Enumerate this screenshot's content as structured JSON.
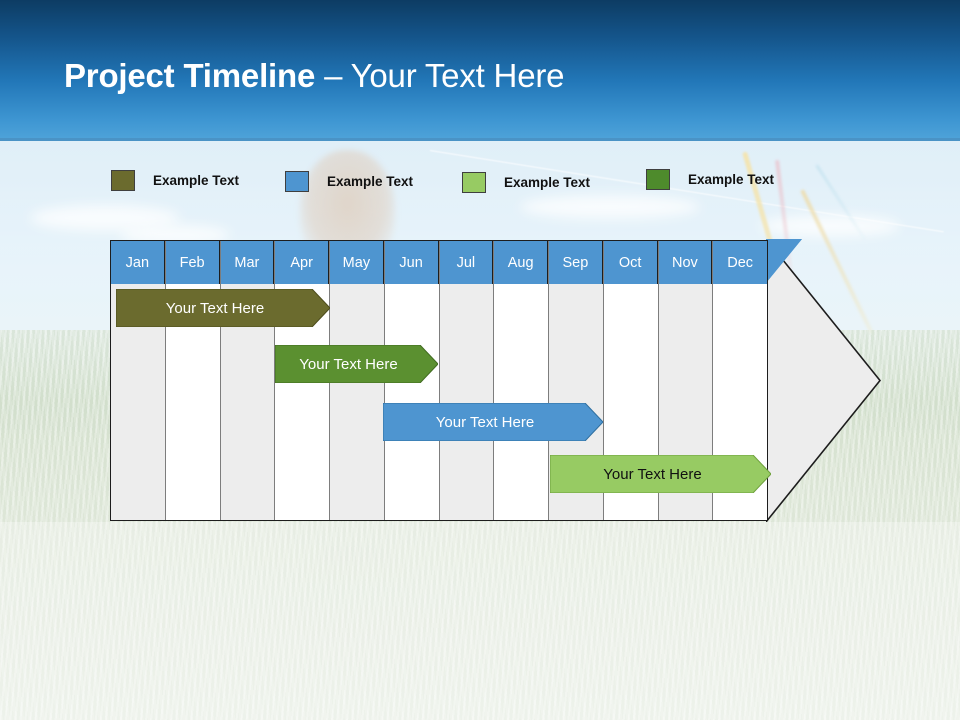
{
  "slide": {
    "title_bold": "Project Timeline",
    "title_rest": " – Your Text Here"
  },
  "colors": {
    "header_dark": "#0d3c63",
    "header_light": "#4fa3d9",
    "month_header": "#4e95d0",
    "olive": "#6b6b2e",
    "blue": "#4e95d0",
    "light_green": "#97cb63",
    "green": "#5b9030",
    "row_stripe": "#ededed",
    "row_plain": "#ffffff",
    "grid_border": "#1d1d1d"
  },
  "legend": {
    "items": [
      {
        "label": "Example Text",
        "color": "#6b6b2e"
      },
      {
        "label": "Example Text",
        "color": "#4e95d0"
      },
      {
        "label": "Example Text",
        "color": "#97cb63"
      },
      {
        "label": "Example Text",
        "color": "#4e8b2c"
      }
    ]
  },
  "chart_data": {
    "type": "bar",
    "title": "Project Timeline – Your Text Here",
    "xlabel": "",
    "ylabel": "",
    "categories": [
      "Jan",
      "Feb",
      "Mar",
      "Apr",
      "May",
      "Jun",
      "Jul",
      "Aug",
      "Sep",
      "Oct",
      "Nov",
      "Dec"
    ],
    "series": [
      {
        "name": "Your  Text Here",
        "start_month": "Jan",
        "end_month": "Mar",
        "start_index": 0,
        "end_index": 3,
        "color": "#6b6b2e",
        "text_color": "#ffffff",
        "row": 0
      },
      {
        "name": "Your  Text Here",
        "start_month": "Apr",
        "end_month": "Jun",
        "start_index": 3,
        "end_index": 6,
        "color": "#5b9030",
        "text_color": "#ffffff",
        "row": 1
      },
      {
        "name": "Your  Text Here",
        "start_month": "Jun",
        "end_month": "Aug",
        "start_index": 5,
        "end_index": 9,
        "color": "#4e95d0",
        "text_color": "#ffffff",
        "row": 2
      },
      {
        "name": "Your  Text Here",
        "start_month": "Sep",
        "end_month": "Nov",
        "start_index": 8,
        "end_index": 12,
        "color": "#97cb63",
        "text_color": "#111111",
        "row": 3
      }
    ],
    "legend_position": "top",
    "grid": true
  },
  "bars": [
    {
      "label": "Your  Text Here"
    },
    {
      "label": "Your  Text Here"
    },
    {
      "label": "Your  Text Here"
    },
    {
      "label": "Your  Text Here"
    }
  ],
  "months": [
    "Jan",
    "Feb",
    "Mar",
    "Apr",
    "May",
    "Jun",
    "Jul",
    "Aug",
    "Sep",
    "Oct",
    "Nov",
    "Dec"
  ]
}
